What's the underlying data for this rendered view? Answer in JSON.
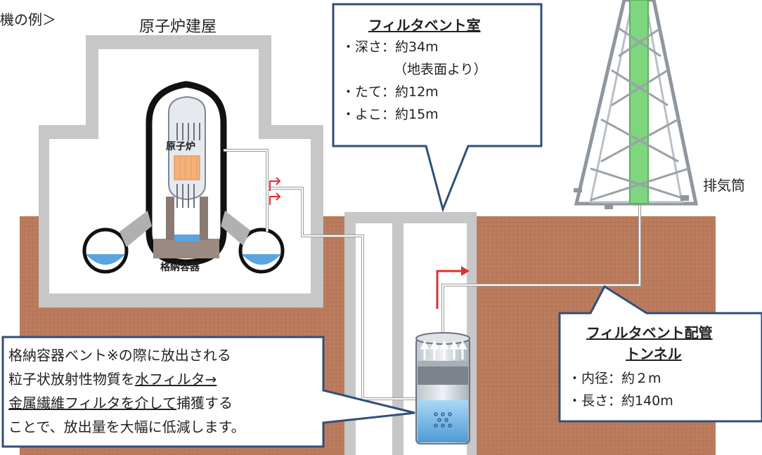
{
  "colors": {
    "ground": "#b97a5c",
    "building": "#c7c7c7",
    "interior": "#ffffff",
    "water": "#5aa4e0",
    "vent_arrow": "#e03030",
    "callout_border": "#2f4f7a",
    "chimney_core": "#7ed67e"
  },
  "header": {
    "fragment": "機の例＞"
  },
  "labels": {
    "reactor_building": "原子炉建屋",
    "reactor": "原子炉",
    "containment": "格納容器",
    "exhaust_stack": "排気筒"
  },
  "filter_vent_room": {
    "title": "フィルタベント室",
    "items": [
      "・深さ：約34m",
      "（地表面より）",
      "・たて：約12m",
      "・よこ：約15m"
    ]
  },
  "tunnel": {
    "title_line1": "フィルタベント配管",
    "title_line2": "トンネル",
    "items": [
      "・内径：約２m",
      "・長さ：約140m"
    ]
  },
  "explanation": {
    "line1": "格納容器ベント※の際に放出される",
    "line2_prefix": "粒子状放射性物質を",
    "line2_underlined": "水フィルタ→",
    "line3_underlined": "金属繊維フィルタを介して",
    "line3_suffix": "捕獲する",
    "line4": "ことで、放出量を大幅に低減します。"
  }
}
